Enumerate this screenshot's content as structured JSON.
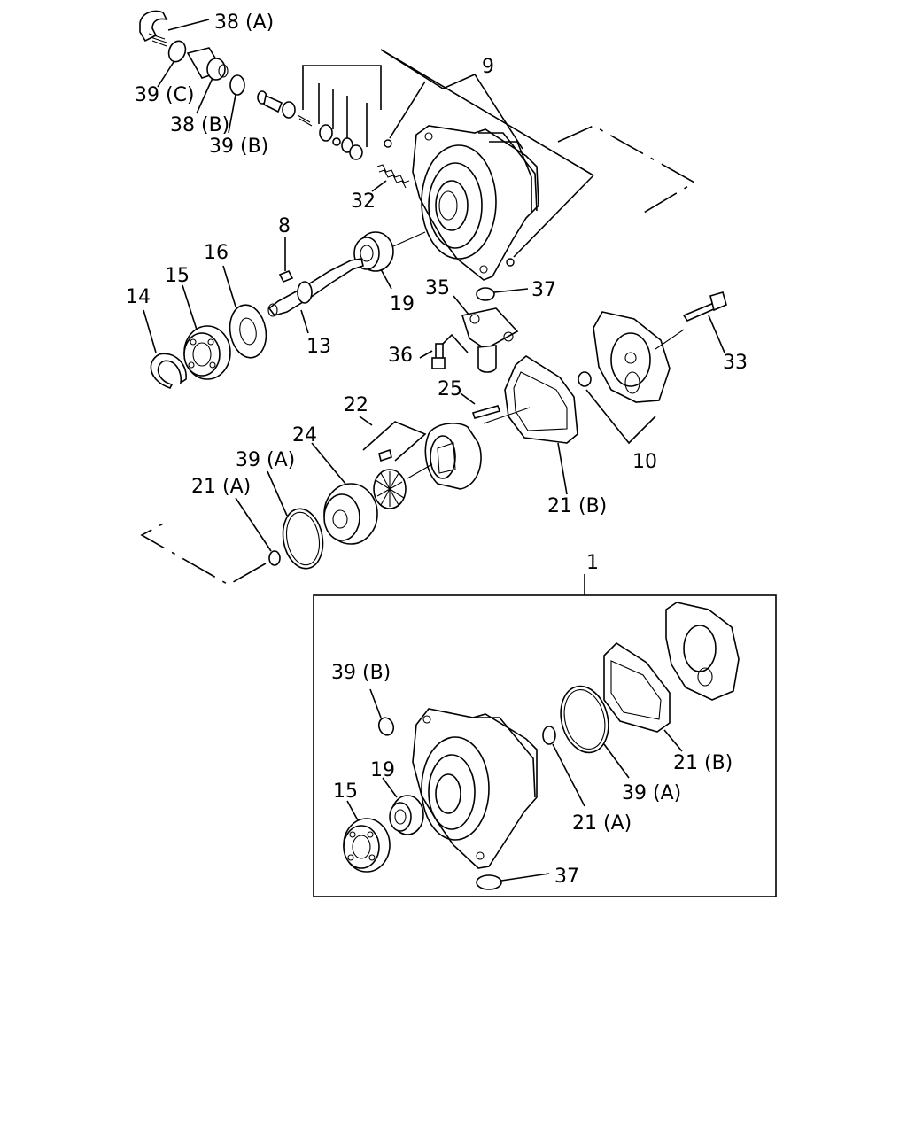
{
  "labels": {
    "p38a": "38 (A)",
    "p39c": "39 (C)",
    "p38b": "38 (B)",
    "p39b": "39 (B)",
    "p9": "9",
    "p32": "32",
    "p8": "8",
    "p16": "16",
    "p15": "15",
    "p14": "14",
    "p19": "19",
    "p13": "13",
    "p35": "35",
    "p37": "37",
    "p36": "36",
    "p33": "33",
    "p25": "25",
    "p22": "22",
    "p24": "24",
    "p39a": "39 (A)",
    "p21a": "21 (A)",
    "p21b": "21 (B)",
    "p10": "10",
    "p1": "1"
  },
  "kit_labels": {
    "p39b": "39 (B)",
    "p19": "19",
    "p15": "15",
    "p21a": "21 (A)",
    "p39a": "39 (A)",
    "p21b": "21 (B)",
    "p37": "37"
  }
}
